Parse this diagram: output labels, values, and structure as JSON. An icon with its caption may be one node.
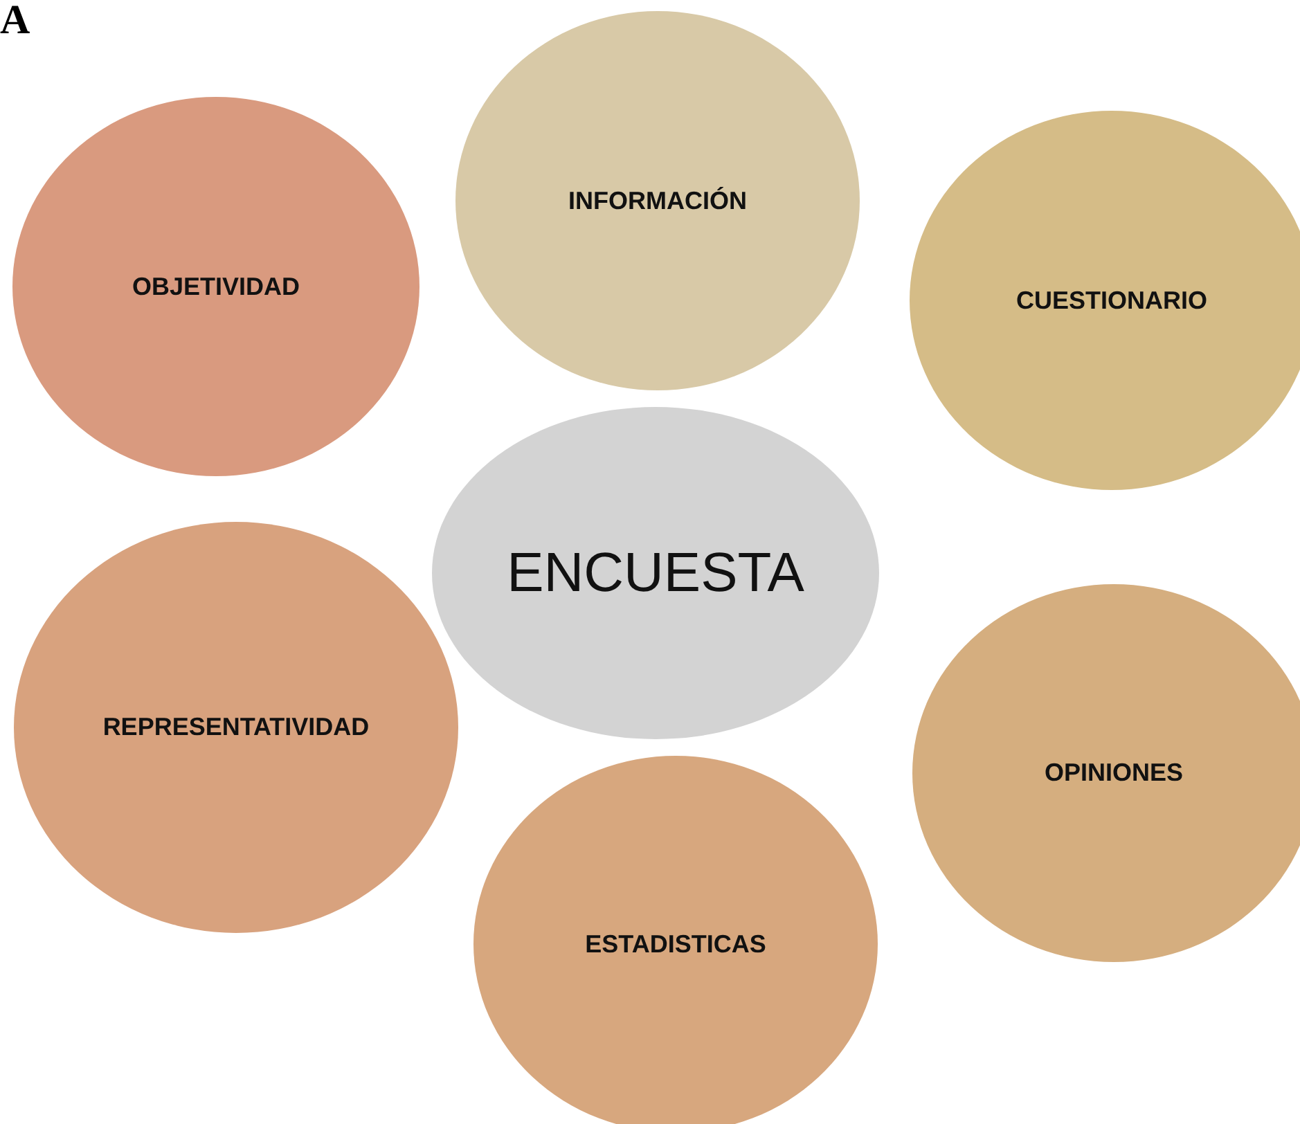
{
  "diagram": {
    "nodes": [
      {
        "text": [
          "INFORMACIÓN"
        ]
      },
      {
        "text": [
          "OBJETIVIDAD"
        ]
      },
      {
        "text": [
          "CUESTIONARIO"
        ]
      },
      {
        "text": [
          "ENCUESTA"
        ]
      },
      {
        "text": [
          "REPRESENTATIVIDAD"
        ]
      },
      {
        "text": [
          "OPINIONES"
        ]
      },
      {
        "text": [
          "ESTADISTICAS"
        ]
      }
    ],
    "labels": [
      "A"
    ]
  }
}
